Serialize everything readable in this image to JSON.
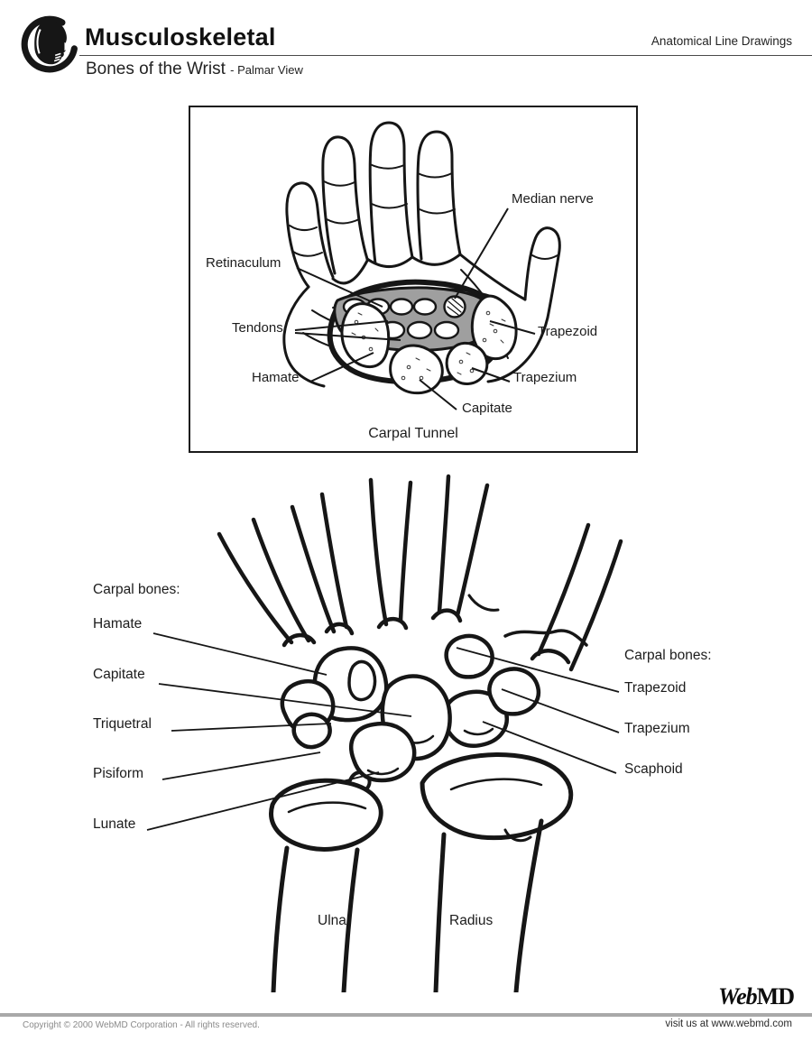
{
  "header": {
    "logo_icon": "anatomical-head-icon",
    "title": "Musculoskeletal",
    "subtitle": "Bones of the Wrist",
    "subtitle_qualifier": "- Palmar View",
    "corner_text": "Anatomical Line Drawings"
  },
  "figure1": {
    "caption": "Carpal Tunnel",
    "labels": {
      "median_nerve": "Median nerve",
      "retinaculum": "Retinaculum",
      "tendons": "Tendons",
      "hamate": "Hamate",
      "trapezoid": "Trapezoid",
      "trapezium": "Trapezium",
      "capitate": "Capitate"
    }
  },
  "figure2": {
    "left": {
      "title": "Carpal bones:",
      "items": [
        "Hamate",
        "Capitate",
        "Triquetral",
        "Pisiform",
        "Lunate"
      ]
    },
    "right": {
      "title": "Carpal bones:",
      "items": [
        "Trapezoid",
        "Trapezium",
        "Scaphoid"
      ]
    },
    "forearm": {
      "ulna": "Ulna",
      "radius": "Radius"
    }
  },
  "footer": {
    "logo_icon": "webmd-logo",
    "brand_part1": "Web",
    "brand_part2": "MD",
    "copyright": "Copyright © 2000 WebMD Corporation - All rights reserved.",
    "visit": "visit us at www.webmd.com"
  },
  "colors": {
    "line": "#161616",
    "tunnel_fill": "#9f9f9f",
    "divider_bar": "#a9a9a9"
  }
}
